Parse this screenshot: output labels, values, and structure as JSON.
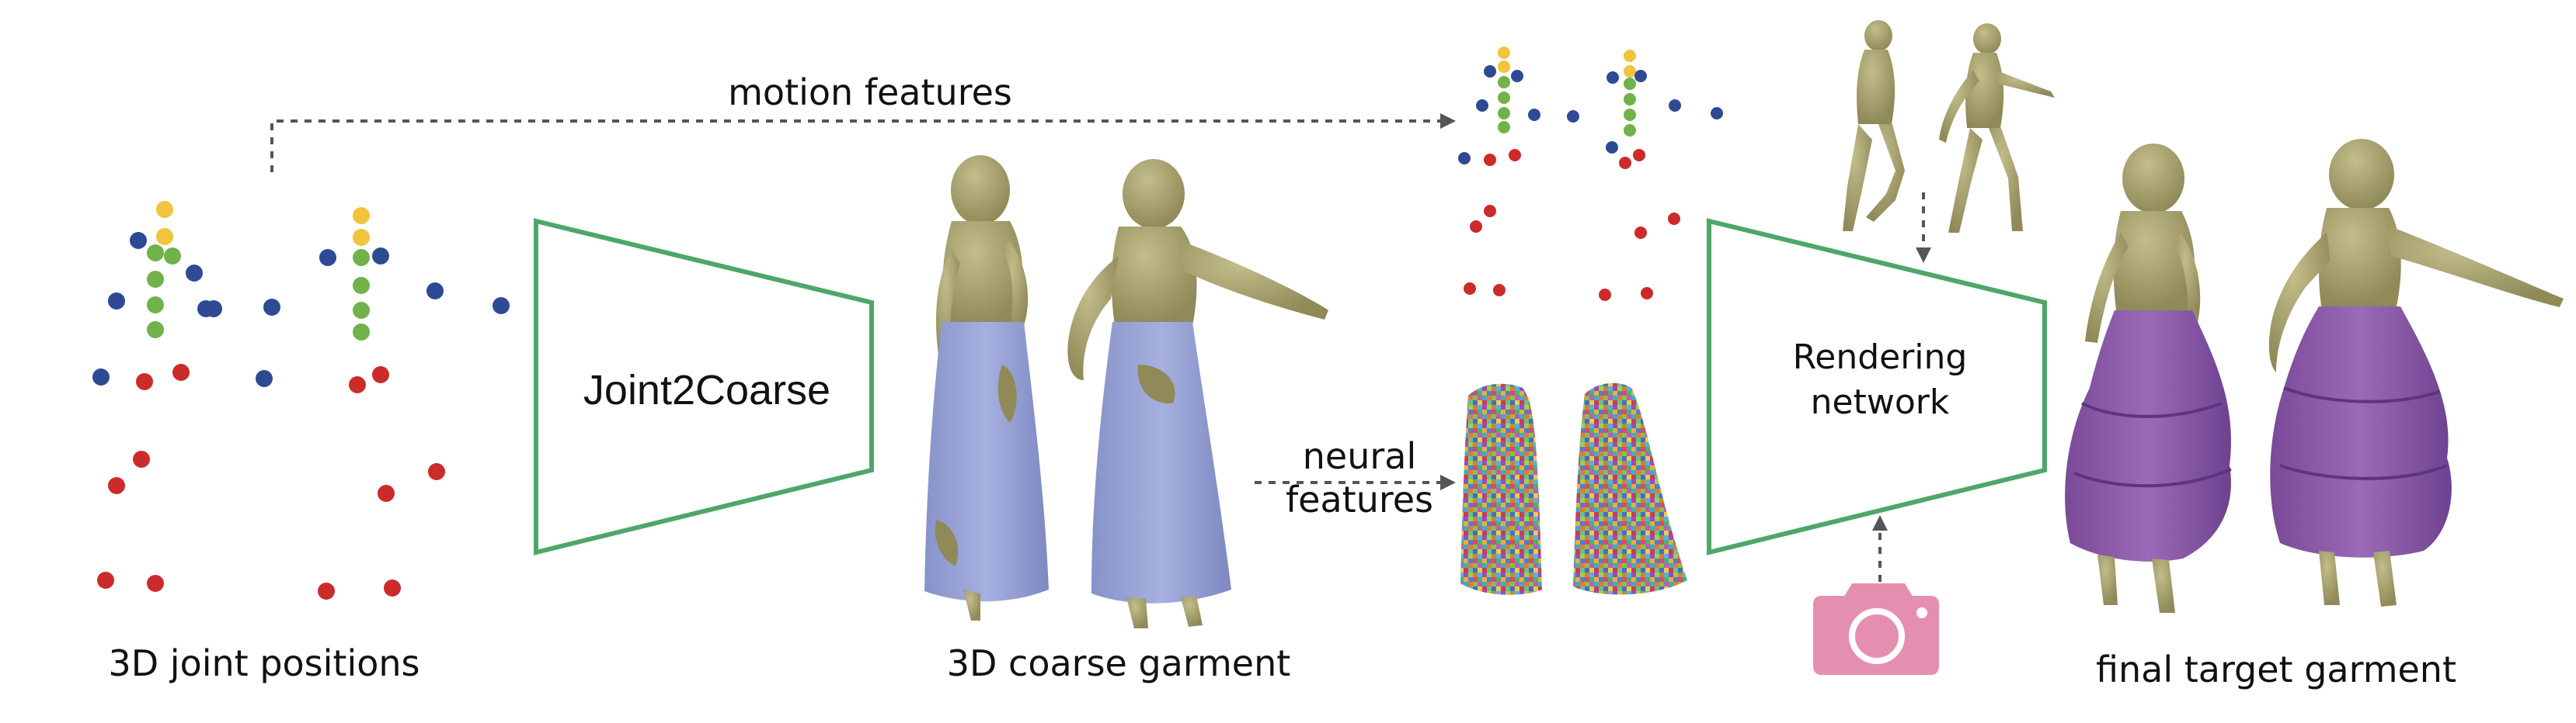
{
  "labels": {
    "motion_features": "motion features",
    "joint_positions": "3D joint positions",
    "joint2coarse": "Joint2Coarse",
    "coarse_garment": "3D coarse garment",
    "neural_features_1": "neural",
    "neural_features_2": "features",
    "rendering_network_1": "Rendering",
    "rendering_network_2": "network",
    "final_garment": "final target garment"
  },
  "colors": {
    "network_box": "#4fa66b",
    "arrow": "#555555",
    "joint_head": "#f2c33c",
    "joint_spine": "#71b24a",
    "joint_blue": "#2e4a95",
    "joint_red": "#cc2b2b",
    "body": "#a8a26e",
    "coarse_skirt": "#9aa6d8",
    "final_skirt": "#8a5aa6",
    "camera": "#e58fb0"
  },
  "icons": {
    "camera": "camera-icon"
  }
}
